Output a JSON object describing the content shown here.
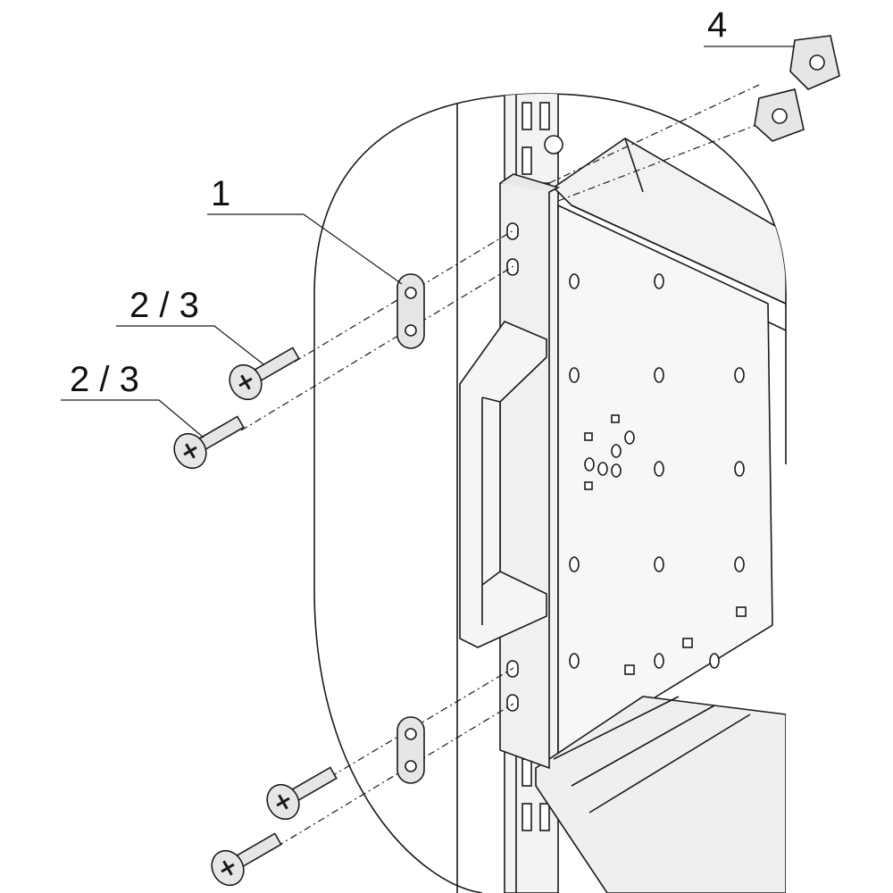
{
  "callouts": [
    {
      "id": "washer",
      "text": "1"
    },
    {
      "id": "screw-upper",
      "text": "2 / 3"
    },
    {
      "id": "screw-lower",
      "text": "2 / 3"
    },
    {
      "id": "cage-nut",
      "text": "4"
    }
  ],
  "colors": {
    "line": "#1a1a1a",
    "part_fill": "#e6e6e6",
    "panel_fill": "#f0f0f0",
    "background": "#ffffff"
  }
}
